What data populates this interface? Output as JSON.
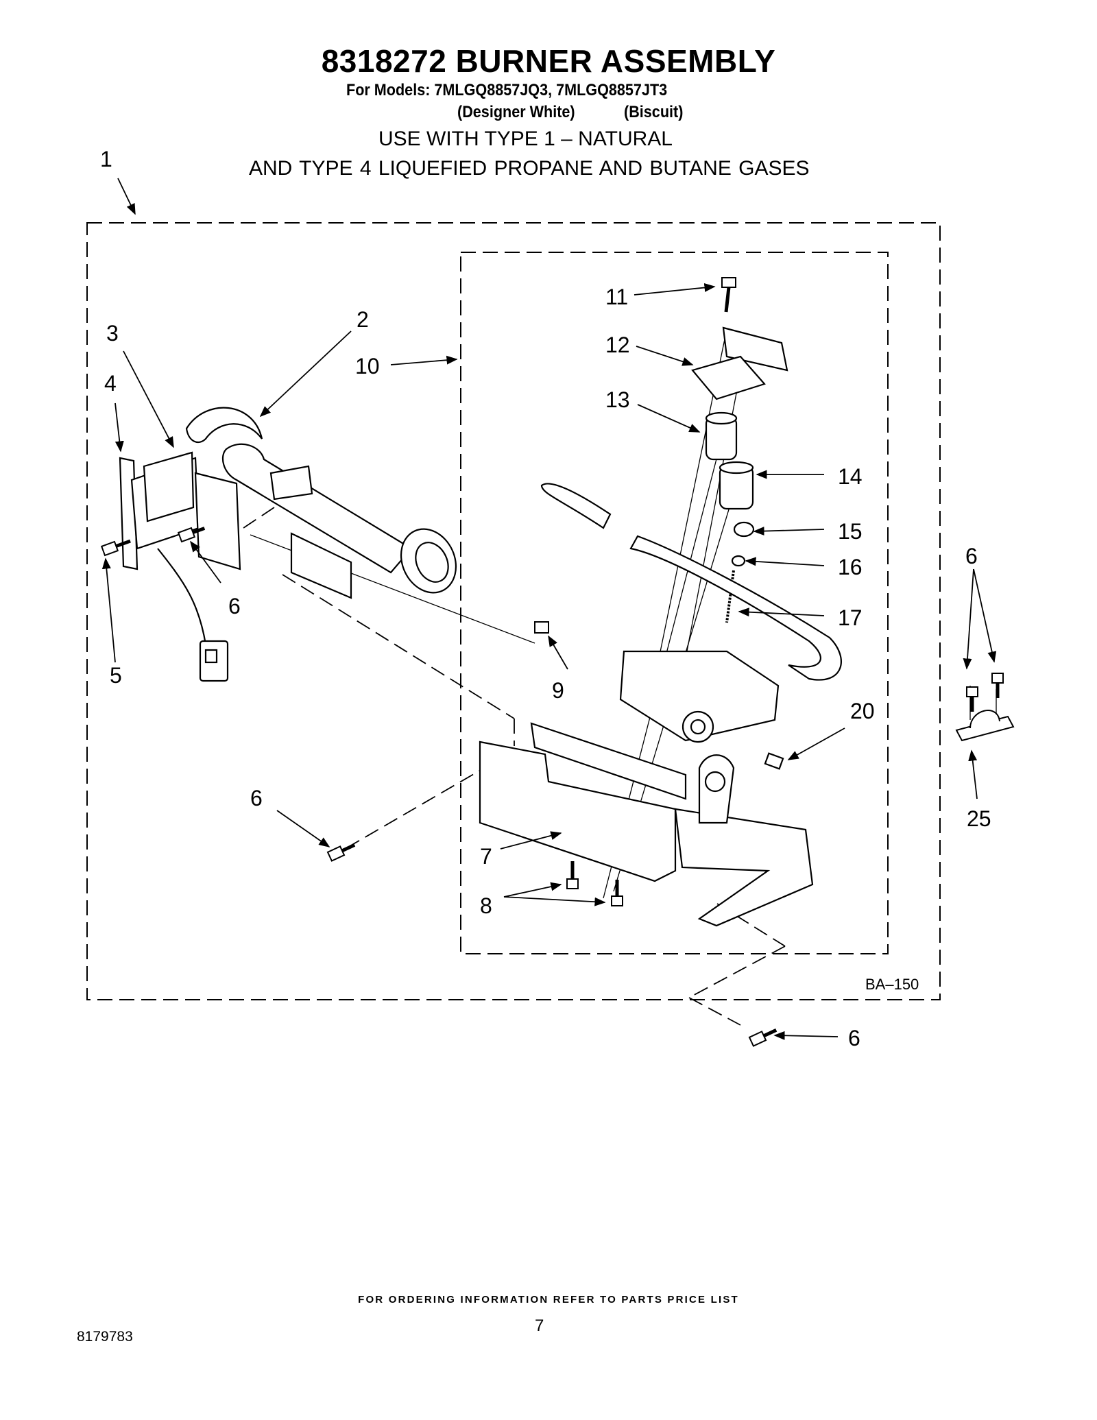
{
  "header": {
    "title": "8318272 BURNER ASSEMBLY",
    "models_line": "For Models: 7MLGQ8857JQ3, 7MLGQ8857JT3",
    "color_1": "(Designer White)",
    "color_2": "(Biscuit)",
    "use_line_1": "USE WITH TYPE 1 –  NATURAL",
    "use_line_2": "AND TYPE 4    LIQUEFIED PROPANE AND BUTANE GASES"
  },
  "diagram": {
    "reference_code": "BA–150",
    "callouts": {
      "c1": "1",
      "c2": "2",
      "c3": "3",
      "c4": "4",
      "c5": "5",
      "c6_left": "6",
      "c6_bottom_left": "6",
      "c6_right": "6",
      "c6_bottom": "6",
      "c7": "7",
      "c8": "8",
      "c9": "9",
      "c10": "10",
      "c11": "11",
      "c12": "12",
      "c13": "13",
      "c14": "14",
      "c15": "15",
      "c16": "16",
      "c17": "17",
      "c20": "20",
      "c25": "25"
    }
  },
  "footer": {
    "ordering_note": "FOR ORDERING INFORMATION REFER TO PARTS PRICE LIST",
    "page_number": "7",
    "document_number": "8179783"
  }
}
